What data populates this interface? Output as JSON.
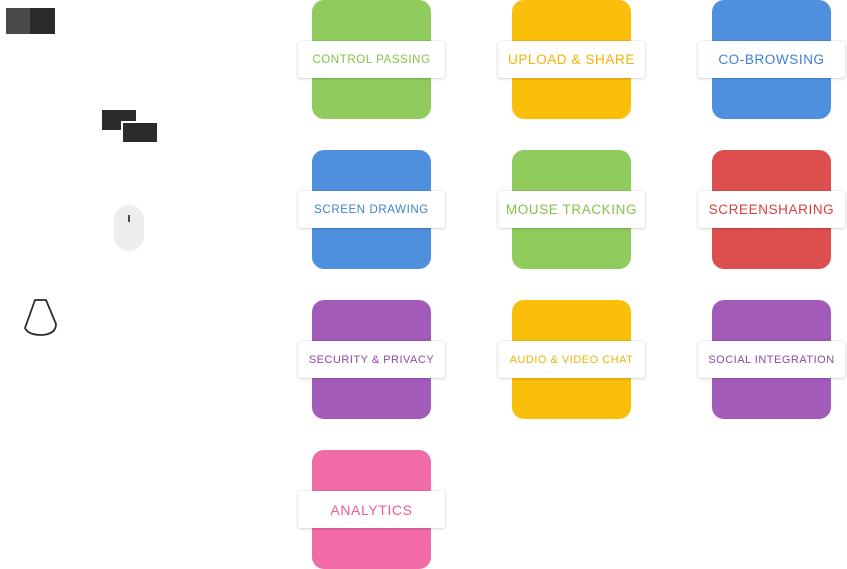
{
  "icons": {
    "slides": "slides-icon",
    "windows": "windows-icon",
    "mouse": "mouse-icon",
    "pen": "pen-icon"
  },
  "colors": {
    "green": "#8fcb5d",
    "yellow": "#f9bf0a",
    "blue": "#4f90de",
    "red": "#dd4f4f",
    "purple": "#a35bb9",
    "pink": "#f26ba9",
    "icon_dark": "#2b2b2b"
  },
  "features": [
    {
      "label": "CONTROL PASSING",
      "color": "green"
    },
    {
      "label": "UPLOAD & SHARE",
      "color": "yellow"
    },
    {
      "label": "CO-BROWSING",
      "color": "blue"
    },
    {
      "label": "SCREEN DRAWING",
      "color": "blue"
    },
    {
      "label": "MOUSE TRACKING",
      "color": "green"
    },
    {
      "label": "SCREENSHARING",
      "color": "red"
    },
    {
      "label": "SECURITY & PRIVACY",
      "color": "purple"
    },
    {
      "label": "AUDIO & VIDEO CHAT",
      "color": "yellow"
    },
    {
      "label": "SOCIAL INTEGRATION",
      "color": "purple"
    },
    {
      "label": "ANALYTICS",
      "color": "pink"
    }
  ]
}
